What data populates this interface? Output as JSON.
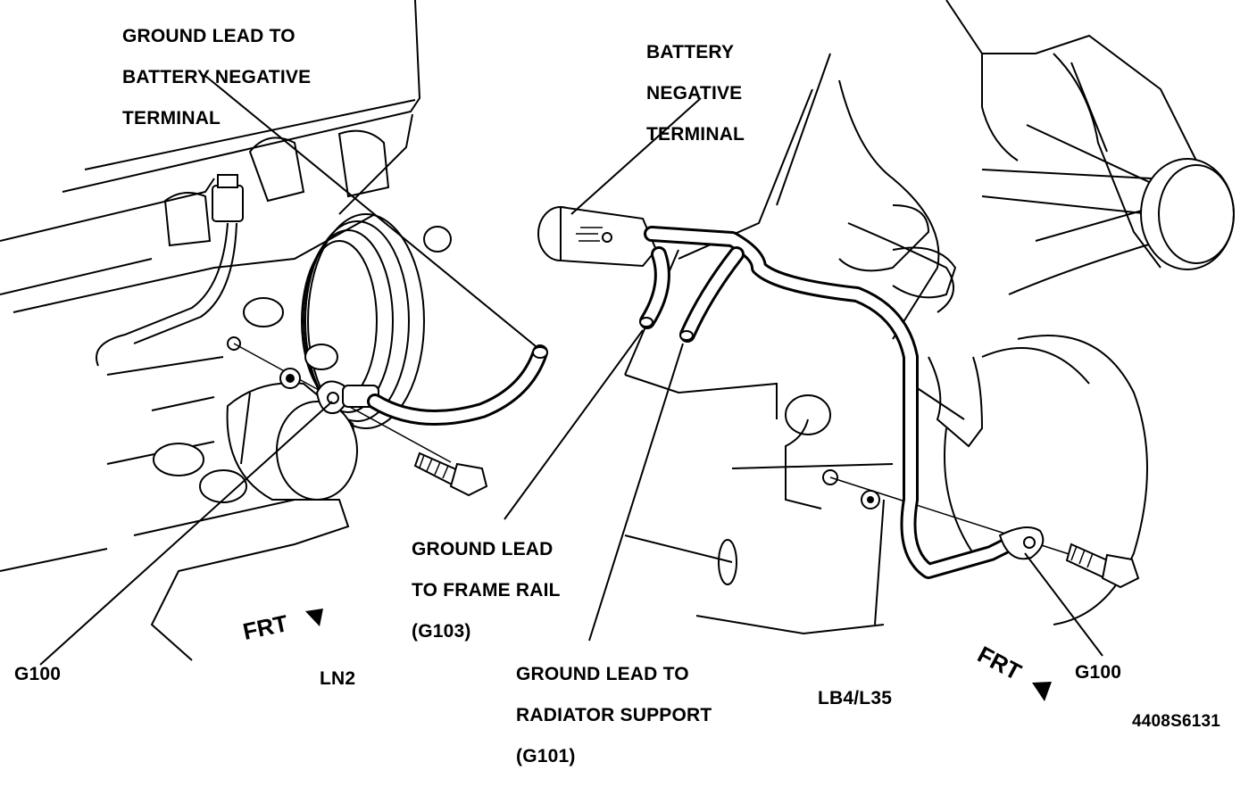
{
  "labels": {
    "left_battery_lead": [
      "GROUND LEAD TO",
      "BATTERY NEGATIVE",
      "TERMINAL"
    ],
    "battery_terminal": [
      "BATTERY",
      "NEGATIVE",
      "TERMINAL"
    ],
    "frame_rail": [
      "GROUND LEAD",
      "TO FRAME RAIL",
      "(G103)"
    ],
    "radiator_support": [
      "GROUND LEAD TO",
      "RADIATOR SUPPORT",
      "(G101)"
    ],
    "g100_left": "G100",
    "g100_right": "G100",
    "frt_left": "FRT",
    "frt_right": "FRT",
    "engine_left": "LN2",
    "engine_right": "LB4/L35",
    "figure_id": "4408S6131"
  }
}
